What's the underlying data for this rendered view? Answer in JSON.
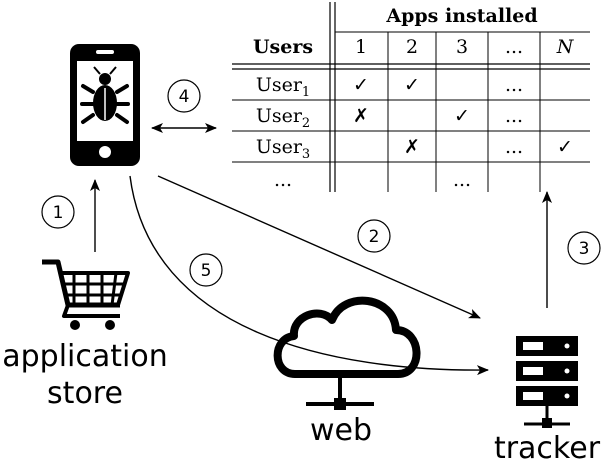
{
  "labels": {
    "store_line1": "application",
    "store_line2": "store",
    "web": "web",
    "tracker": "tracker"
  },
  "steps": [
    "1",
    "2",
    "3",
    "4",
    "5"
  ],
  "table": {
    "title": "Apps installed",
    "users_header": "Users",
    "app_columns": [
      "1",
      "2",
      "3",
      "...",
      "N"
    ],
    "rows": [
      {
        "user": "User",
        "sub": "1",
        "cells": [
          "✓",
          "✓",
          "",
          "...",
          ""
        ]
      },
      {
        "user": "User",
        "sub": "2",
        "cells": [
          "✗",
          "",
          "✓",
          "...",
          ""
        ]
      },
      {
        "user": "User",
        "sub": "3",
        "cells": [
          "",
          "✗",
          "",
          "...",
          "✓"
        ]
      }
    ],
    "ellipsis_row": {
      "user": "...",
      "cells": [
        "",
        "",
        "...",
        "",
        ""
      ]
    }
  },
  "colors": {
    "ink": "#000000",
    "background": "#ffffff"
  },
  "icons": [
    "smartphone-bug-icon",
    "shopping-cart-icon",
    "cloud-network-icon",
    "server-rack-icon"
  ]
}
